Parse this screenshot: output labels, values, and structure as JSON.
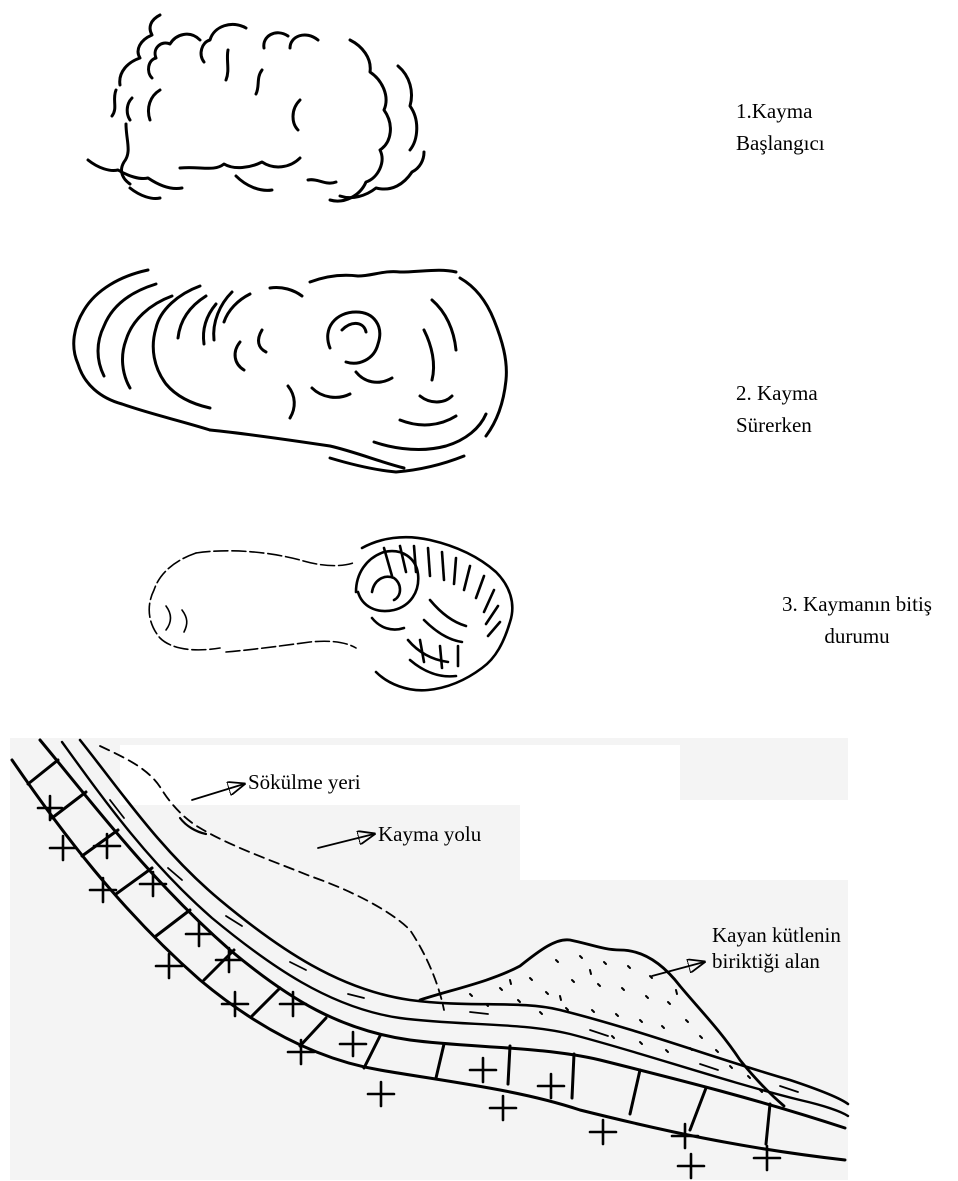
{
  "stages": [
    {
      "line1": "1.Kayma",
      "line2": "Başlangıcı"
    },
    {
      "line1": "2. Kayma",
      "line2": "Sürerken"
    },
    {
      "line1": "3. Kaymanın bitiş",
      "line2": "durumu"
    }
  ],
  "cross_section": {
    "labels": {
      "detachment": "Sökülme yeri",
      "slide_path": "Kayma yolu",
      "accumulation_line1": "Kayan kütlenin",
      "accumulation_line2": "biriktiği alan"
    }
  },
  "colors": {
    "ink": "#000000",
    "background": "#ffffff",
    "shading": "#f2f2f2"
  }
}
